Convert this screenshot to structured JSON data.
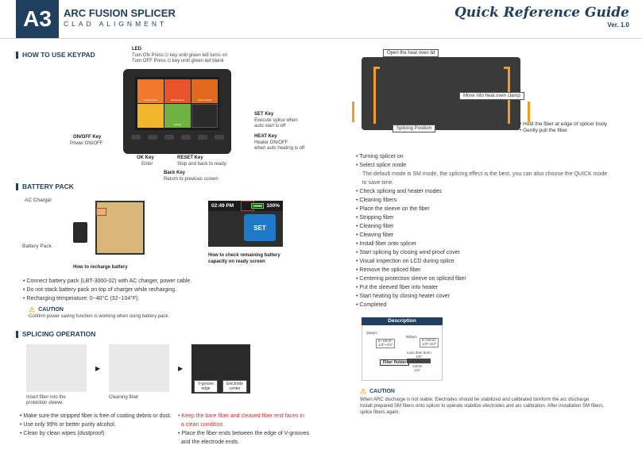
{
  "header": {
    "badge": "A3",
    "title": "ARC FUSION SPLICER",
    "subtitle": "CLAD ALIGNMENT",
    "guide_title": "Quick Reference Guide",
    "version": "Ver. 1.0"
  },
  "keypad": {
    "section_title": "HOW TO USE KEYPAD",
    "led_title": "LED",
    "led_on": "Turn ON  Press ⏻ key until green led turns on",
    "led_off": "Turn OFF  Press ⏻ key until green led blank",
    "set_title": "SET Key",
    "set_desc1": "Execute splice when",
    "set_desc2": "auto start is off",
    "heat_title": "HEAT Key",
    "heat_desc1": "Heater ON/OFF",
    "heat_desc2": "when auto heating is off",
    "onoff_title": "ON/OFF Key",
    "onoff_desc": "Power ON/OFF",
    "ok_title": "OK Key",
    "ok_desc": "Enter",
    "reset_title": "RESET Key",
    "reset_desc": "Stop and back to ready",
    "back_title": "Back Key",
    "back_desc": "Return to previous screen",
    "screen_tiles": [
      "Splice Mode",
      "Maintenance",
      "Heater Mode",
      "",
      "Setting",
      ""
    ]
  },
  "battery": {
    "section_title": "BATTERY PACK",
    "ac_label": "AC Charger",
    "pack_label": "Battery Pack",
    "charge_caption": "How to recharge battery",
    "lcd_time": "02:49 PM",
    "lcd_pct": "100%",
    "lcd_set": "SET",
    "check_caption1": "How to check remaining battery",
    "check_caption2": "capacity on ready screen",
    "bullets": [
      "Connect battery pack (LBT-3000-02) with AC charger, power cable.",
      "Do not stack battery pack on top of charger while recharging.",
      "Recharging temperature: 0~40°C (32~104°F)."
    ],
    "caution_title": "CAUTION",
    "caution_text": "Confirm power saving function is working when using battery pack."
  },
  "splicing": {
    "section_title": "SPLICING OPERATION",
    "step1_caption1": "Insert fiber into the",
    "step1_caption2": "protection sleeve",
    "step2_caption": "Cleaning fiber",
    "vgroove_label1": "V-groove",
    "vgroove_label2": "edge",
    "electrode_label1": "Electrode",
    "electrode_label2": "center",
    "bullets_left": [
      "Make sure the stripped fiber is free of coating debris or dust.",
      "Use only 99% or better purity alcohol.",
      "Clean by clean wipes (dustproof)"
    ],
    "bullet_red1": "Keep the bare fiber and cleaved fiber end faces in",
    "bullet_red2": "a clean condition.",
    "bullet_right1": "Place the fiber ends between the edge of V-grooves",
    "bullet_right2": "and the electrode ends."
  },
  "heater": {
    "open_label": "Open the heat oven lid",
    "move_label": "Move into heat oven clamp",
    "position_label": "Splicing Position",
    "hold1": "Hold the fiber at edge of splicer body",
    "hold2": "Gently pull the fiber"
  },
  "steps": [
    "Turning splicer on",
    "Select splice mode",
    "The default mode is SM mode, the splicing effect is the best, you can also choose  the QUICK mode",
    "to save time.",
    "Check splicing and heater modes",
    "Cleaning fibers",
    "Place the sleeve on the fiber",
    "Stripping fiber",
    "Cleaning fiber",
    "Cleaving fiber",
    "Install fiber onto splicer",
    "Start splicing by closing wind proof cover",
    "Visual inspection on LCD during splice",
    "Remove the spliced fiber",
    "Centering protection sleeve on spliced fiber",
    "Put the sleeved fiber into heater",
    "Start heating by closing heater cover",
    "Completed"
  ],
  "description": {
    "title": "Description",
    "d250": "250μm",
    "d900": "900μm",
    "l1": "8~16mm",
    "l1b": "1/3\"~2/3\"",
    "l2": "8~16mm",
    "l2b": "1/3\"~2/3\"",
    "less": "Less than 5mm",
    "less_b": "1/5\"",
    "holder": "Fiber Holder",
    "l3": "13mm",
    "l3b": "1/2\""
  },
  "caution2": {
    "title": "CAUTION",
    "line1": "When ARC discharge is not stable. Electrodes should be stabilized and calibrated toreform the arc discharge.",
    "line2": "Install prepared SM fibers onto splicer to operate stabilize electrodes and arc calibration. After installation SM fibers,",
    "line3": "splice fibers again."
  },
  "colors": {
    "brand": "#1f3f5f",
    "accent_orange": "#f59a23",
    "warning_red": "#d0322d",
    "lcd_blue": "#1e7ac8"
  }
}
